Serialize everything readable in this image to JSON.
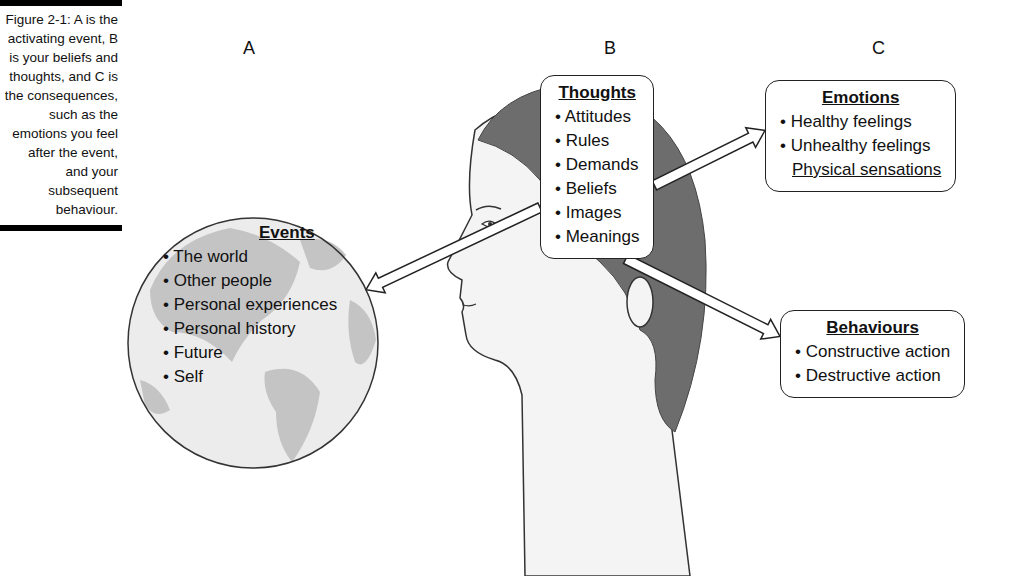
{
  "diagram": {
    "caption": "Figure 2-1: A is the activating event, B is your beliefs and thoughts, and C is the consequences, such as the emotions you feel after the event, and your subsequent behaviour.",
    "nodes": [
      {
        "text": [
          "Events",
          "• The world",
          "• Other people",
          "• Personal experiences",
          "• Personal history",
          "• Future",
          "• Self"
        ]
      },
      {
        "text": [
          "Thoughts",
          "• Attitudes",
          "• Rules",
          "• Demands",
          "• Beliefs",
          "• Images",
          "• Meanings"
        ]
      },
      {
        "text": [
          "Emotions",
          "• Healthy feelings",
          "• Unhealthy feelings",
          "Physical sensations"
        ]
      },
      {
        "text": [
          "Behaviours",
          "• Constructive action",
          "• Destructive action"
        ]
      }
    ],
    "edges": [
      {
        "from": 1,
        "to": 0,
        "arrow": "to"
      },
      {
        "from": 1,
        "to": 2,
        "arrow": "to"
      },
      {
        "from": 1,
        "to": 3,
        "arrow": "to"
      }
    ],
    "labels": [
      "A",
      "B",
      "C"
    ]
  }
}
